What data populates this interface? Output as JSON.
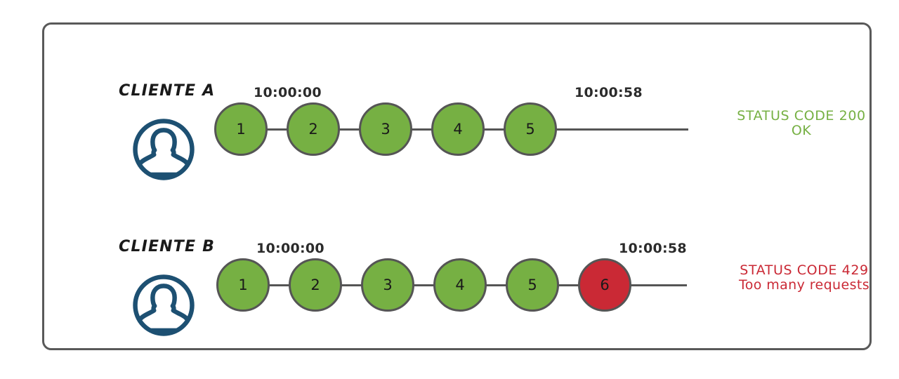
{
  "diagram": {
    "title_absent": true,
    "frame_color": "#595959",
    "node_ok_color": "#76b043",
    "node_error_color": "#ca2935",
    "node_stroke_color": "#555555",
    "avatar_color": "#1d5072",
    "status_ok_color": "#76b043",
    "status_error_color": "#ca2935"
  },
  "rows": [
    {
      "client_label": "CLIENTE A",
      "avatar_icon": "user-avatar-icon",
      "time_start": "10:00:00",
      "time_end": "10:00:58",
      "nodes": [
        {
          "label": "1",
          "state": "ok"
        },
        {
          "label": "2",
          "state": "ok"
        },
        {
          "label": "3",
          "state": "ok"
        },
        {
          "label": "4",
          "state": "ok"
        },
        {
          "label": "5",
          "state": "ok"
        }
      ],
      "status": {
        "line1": "STATUS CODE 200",
        "line2": "OK",
        "state": "ok"
      }
    },
    {
      "client_label": "CLIENTE B",
      "avatar_icon": "user-avatar-icon",
      "time_start": "10:00:00",
      "time_end": "10:00:58",
      "nodes": [
        {
          "label": "1",
          "state": "ok"
        },
        {
          "label": "2",
          "state": "ok"
        },
        {
          "label": "3",
          "state": "ok"
        },
        {
          "label": "4",
          "state": "ok"
        },
        {
          "label": "5",
          "state": "ok"
        },
        {
          "label": "6",
          "state": "error"
        }
      ],
      "status": {
        "line1": "STATUS CODE 429",
        "line2": "Too many requests",
        "state": "error"
      }
    }
  ]
}
